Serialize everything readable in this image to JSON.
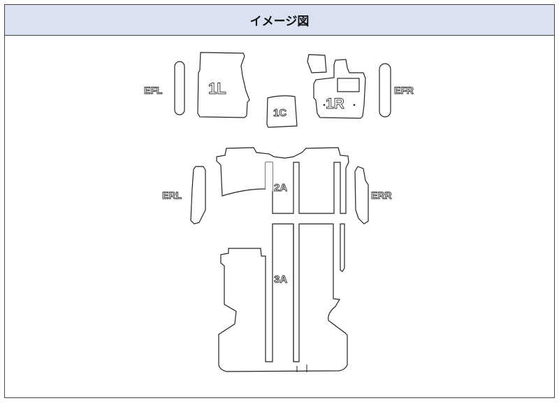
{
  "header": {
    "title": "イメージ図"
  },
  "labels": {
    "efl": "EFL",
    "one_l": "1L",
    "one_c": "1C",
    "one_r": "1R",
    "efr": "EFR",
    "erl": "ERL",
    "two_a": "2A",
    "err": "ERR",
    "three_a": "3A"
  }
}
